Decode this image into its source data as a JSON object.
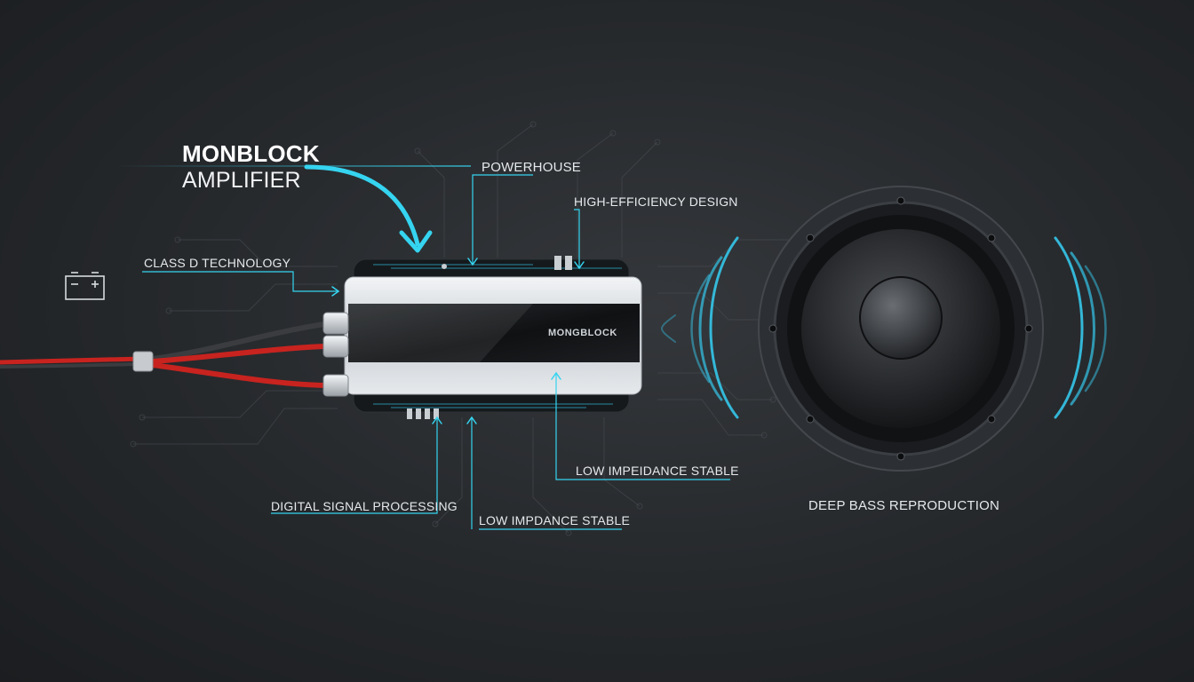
{
  "title": {
    "line1": "MONBLOCK",
    "line2": "AMPLIFIER"
  },
  "callouts": {
    "class_d": "CLASS D TECHNOLOGY",
    "powerhouse": "POWERHOUSE",
    "high_efficiency": "HIGH-EFFICIENCY DESIGN",
    "dsp": "DIGITAL SIGNAL PROCESSING",
    "low_impedance_bottom": "LOW IMPDANCE STABLE",
    "low_impedance_right": "LOW IMPEIDANCE STABLE",
    "deep_bass": "DEEP BASS REPRODUCTION"
  },
  "amplifier": {
    "brand": "MONGBLOCK"
  },
  "icons": {
    "battery": "battery-icon",
    "speaker": "subwoofer-speaker-icon"
  },
  "colors": {
    "accent": "#35d4f0",
    "background": "#25282b",
    "cable_red": "#c8231f",
    "cable_dark": "#3a3c3f",
    "chassis_silver": "#d9dde1",
    "chassis_panel": "#141618"
  }
}
